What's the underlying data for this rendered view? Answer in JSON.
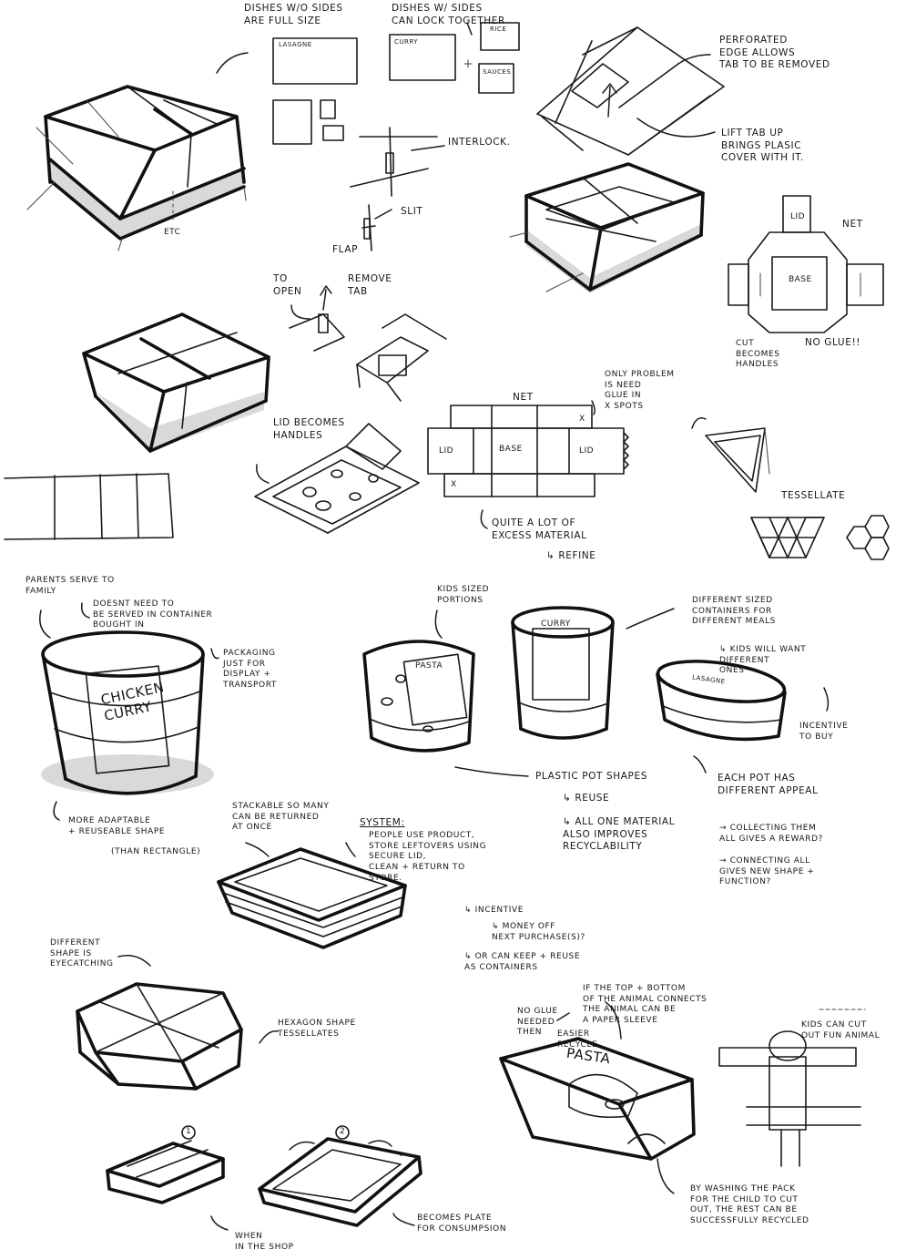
{
  "notes": {
    "dishes_no_sides": "DISHES W/O SIDES\nARE FULL SIZE",
    "dishes_with_sides": "DISHES W/ SIDES\nCAN LOCK TOGETHER",
    "perforated": "PERFORATED\nEDGE ALLOWS\nTAB TO BE REMOVED",
    "lift_tab": "LIFT TAB UP\nBRINGS PLASIC\nCOVER WITH IT.",
    "interlock": "INTERLOCK.",
    "slit": "SLIT",
    "flap": "FLAP",
    "etc": "ETC",
    "net_top": "NET",
    "cut_handles": "CUT\nBECOMES\nHANDLES",
    "no_glue": "NO GLUE!!",
    "to_open": "TO\nOPEN",
    "remove_tab": "REMOVE\nTAB",
    "only_problem": "ONLY PROBLEM\nIS NEED\nGLUE IN\nX SPOTS",
    "net_mid": "NET",
    "lid_handles": "LID BECOMES\nHANDLES",
    "excess": "QUITE A LOT OF\nEXCESS MATERIAL",
    "refine": "REFINE",
    "tessellate": "TESSELLATE",
    "parents": "PARENTS SERVE TO\nFAMILY",
    "doesnt_need": "DOESNT NEED TO\nBE SERVED IN CONTAINER\nBOUGHT IN",
    "packaging": "PACKAGING\nJUST FOR\nDISPLAY +\nTRANSPORT",
    "kids_sized": "KIDS SIZED\nPORTIONS",
    "different_sized": "DIFFERENT SIZED\nCONTAINERS FOR\nDIFFERENT MEALS",
    "kids_want": "KIDS WILL WANT\nDIFFERENT\nONES",
    "incentive_buy": "INCENTIVE\nTO BUY",
    "more_adaptable": "MORE ADAPTABLE\n+ REUSEABLE SHAPE",
    "than_rectangle": "(THAN RECTANGLE)",
    "plastic_pot": "PLASTIC POT SHAPES",
    "reuse": "REUSE",
    "one_material": "ALL ONE MATERIAL\nALSO IMPROVES\nRECYCLABILITY",
    "each_pot": "EACH POT HAS\nDIFFERENT APPEAL",
    "collecting": "COLLECTING THEM\nALL GIVES A REWARD?",
    "connecting": "CONNECTING ALL\nGIVES NEW SHAPE +\nFUNCTION?",
    "stackable": "STACKABLE SO MANY\nCAN BE RETURNED\nAT ONCE",
    "system": "SYSTEM:",
    "system_body": "PEOPLE USE PRODUCT,\nSTORE LEFTOVERS USING\nSECURE LID,\nCLEAN + RETURN TO\nSTORE.",
    "incentive": "INCENTIVE",
    "money_off": "MONEY OFF\nNEXT PURCHASE(S)?",
    "keep_reuse": "OR CAN KEEP + REUSE\nAS CONTAINERS",
    "different_shape": "DIFFERENT\nSHAPE IS\nEYECATCHING",
    "hexagon": "HEXAGON SHAPE\nTESSELLATES",
    "if_top": "IF THE TOP + BOTTOM\nOF THE ANIMAL CONNECTS\nTHE ANIMAL CAN BE\nA PAPER SLEEVE",
    "no_glue_needed": "NO GLUE\nNEEDED\nTHEN",
    "easier_recycle": "EASIER\nRECYCLE",
    "kids_cut": "KIDS CAN CUT\nOUT FUN ANIMAL",
    "when_shop": "WHEN\nIN THE SHOP",
    "becomes_plate": "BECOMES PLATE\nFOR CONSUMPSION",
    "washing": "BY WASHING THE PACK\nFOR THE CHILD TO CUT\nOUT, THE REST CAN BE\nSUCCESSFULLY RECYCLED",
    "step1": "1",
    "step2": "2"
  },
  "labels": {
    "lasagne_small": "LASAGNE",
    "curry_small": "CURRY",
    "rice": "RICE",
    "sauces": "SAUCES",
    "lid_tab": "LID",
    "net_base_top": "BASE",
    "lid_net_left": "LID",
    "base_mid": "BASE",
    "lid_net_right": "LID",
    "x1": "X",
    "x2": "X",
    "chicken_curry": "CHICKEN\nCURRY",
    "pasta_pot": "PASTA",
    "curry_pot": "CURRY",
    "lasagne_pot": "LASAGNE",
    "pasta_tray": "PASTA"
  }
}
